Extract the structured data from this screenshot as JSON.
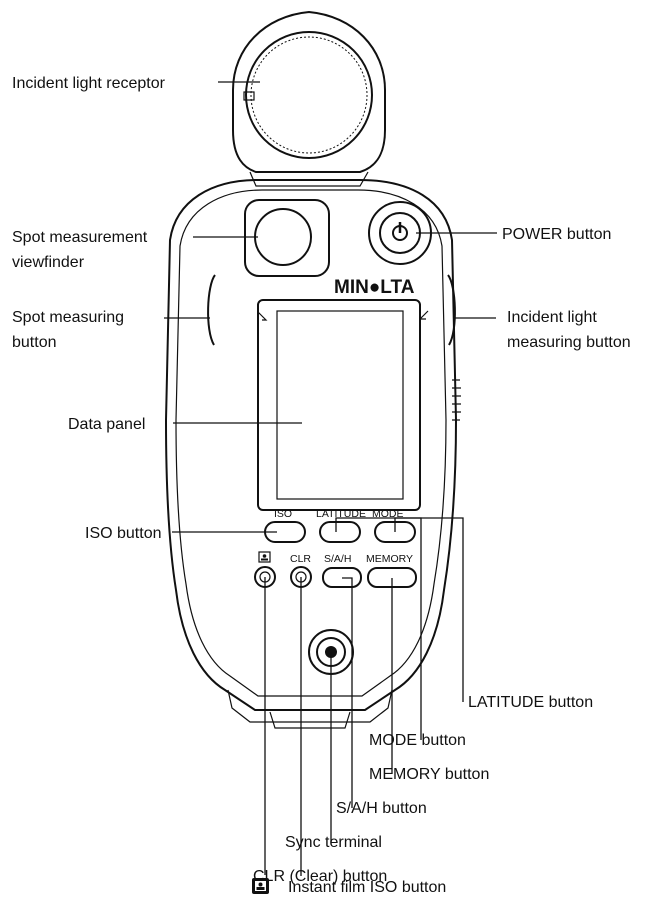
{
  "brand": {
    "logo": "MIN●LTA"
  },
  "buttons": {
    "iso": "ISO",
    "latitude": "LATITUDE",
    "mode": "MODE",
    "instant_icon": "instant-film-icon",
    "clr": "CLR",
    "sah": "S/A/H",
    "memory": "MEMORY"
  },
  "callouts": {
    "incident_receptor": "Incident light receptor",
    "spot_viewfinder_1": "Spot measurement",
    "spot_viewfinder_2": "viewfinder",
    "spot_button_1": "Spot measuring",
    "spot_button_2": "button",
    "data_panel": "Data panel",
    "iso_button": "ISO button",
    "power_button": "POWER button",
    "incident_button_1": "Incident light",
    "incident_button_2": "measuring button",
    "latitude_button": "LATITUDE button",
    "mode_button": "MODE button",
    "memory_button": "MEMORY button",
    "sah_button": "S/A/H button",
    "sync_terminal": "Sync terminal",
    "clr_button": "CLR (Clear) button",
    "instant_iso_button": "Instant film ISO button"
  }
}
